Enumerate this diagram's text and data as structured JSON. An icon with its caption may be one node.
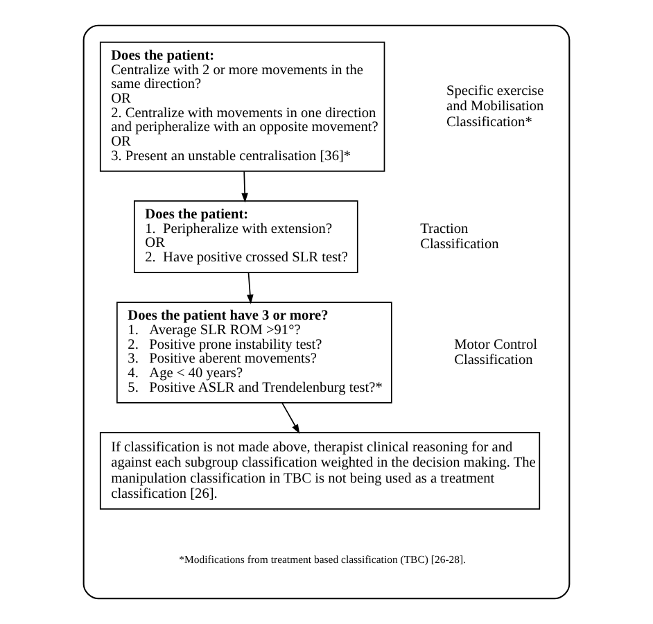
{
  "diagram": {
    "nodes": [
      {
        "text": [],
        "shape": "box"
      },
      {
        "text": [
          "Does the patient:",
          "Centralize with 2 or more movements in the same direction?",
          "OR",
          "2. Centralize with movements in one direction and peripheralize with an opposite movement?",
          "OR",
          "3. Present an unstable centralisation [36]*"
        ],
        "in": 0
      },
      {
        "text": [
          "Does the patient:",
          "1.  Peripheralize with extension?",
          "OR",
          "2.  Have positive crossed SLR test?"
        ],
        "in": 0
      },
      {
        "text": [
          "Does the patient have 3 or more?",
          "1.   Average SLR ROM >91°?",
          "2.   Positive prone instability test?",
          "3.   Positive aberent movements?",
          "4.   Age < 40 years?",
          "5.   Positive ASLR and Trendelenburg test?*"
        ],
        "in": 0
      },
      {
        "text": [
          "If classification is not made above, therapist clinical reasoning for and against each subgroup classification weighted in the decision making. The manipulation classification in TBC is not being used as a treatment classification [26]."
        ],
        "in": 0
      }
    ],
    "edges": [
      {
        "from": 1,
        "to": 2,
        "arrow": "to"
      },
      {
        "from": 2,
        "to": 3,
        "arrow": "to"
      },
      {
        "from": 3,
        "to": 4,
        "arrow": "to"
      }
    ],
    "labels": [
      "Specific exercise and Mobilisation Classification*",
      "Traction Classification",
      "Motor Control Classification",
      "*Modifications from treatment based classification (TBC) [26-28]."
    ]
  }
}
